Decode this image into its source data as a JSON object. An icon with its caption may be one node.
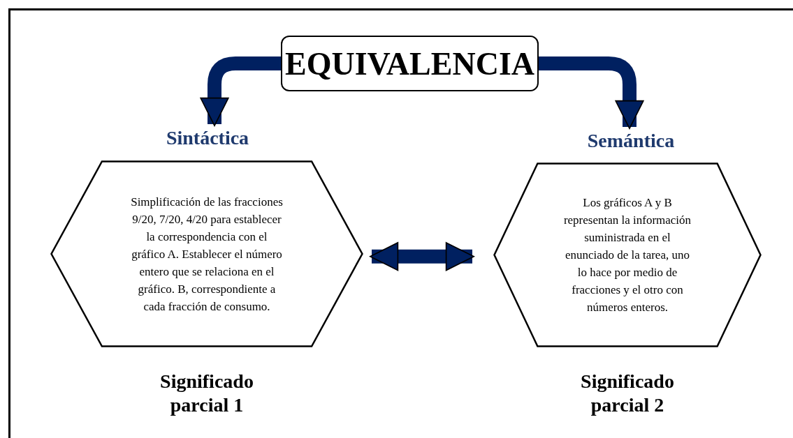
{
  "diagram": {
    "nodes": [
      {
        "text": [
          "EQUIVALENCIA"
        ]
      },
      {
        "text": [
          "Sintáctica"
        ]
      },
      {
        "text": [
          "Semántica"
        ]
      },
      {
        "text": [
          "Simplificación de las fracciones 9/20, 7/20, 4/20 para establecer la correspondencia con el gráfico A. Establecer el número entero que se relaciona en el gráfico. B, correspondiente a cada fracción de consumo."
        ],
        "beside": [
          "Significado parcial 1"
        ]
      },
      {
        "text": [
          "Los gráficos A y B representan la información suministrada en el enunciado de la tarea, uno lo hace por medio de fracciones y el otro con números enteros."
        ],
        "beside": [
          "Significado parcial 2"
        ]
      }
    ],
    "edges": [
      {
        "from": 0,
        "to": 1,
        "arrow": "to"
      },
      {
        "from": 0,
        "to": 2,
        "arrow": "to"
      },
      {
        "from": 3,
        "to": 4,
        "arrow": "both"
      }
    ]
  }
}
